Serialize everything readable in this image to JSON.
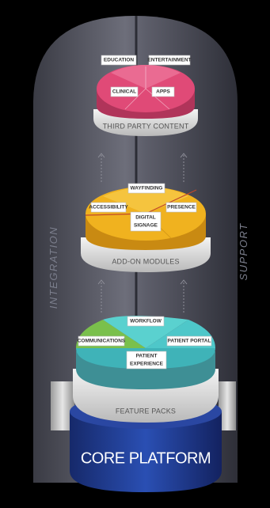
{
  "side_labels": {
    "left": "INTEGRATION",
    "right": "SUPPORT"
  },
  "tiers": {
    "third_party": {
      "band": "THIRD PARTY CONTENT",
      "segments": [
        "EDUCATION",
        "ENTERTAINMENT",
        "CLINICAL",
        "APPS"
      ]
    },
    "add_on": {
      "band": "ADD-ON MODULES",
      "segments": [
        "WAYFINDING",
        "ACCESSIBILITY",
        "PRESENCE",
        "DIGITAL",
        "SIGNAGE"
      ]
    },
    "feature": {
      "band": "FEATURE PACKS",
      "segments": [
        "WORKFLOW",
        "COMMUNICATIONS",
        "PATIENT PORTAL",
        "PATIENT",
        "EXPERIENCE"
      ]
    }
  },
  "core": {
    "label": "CORE PLATFORM"
  },
  "colors": {
    "arch": "#5e5f6b",
    "third_party": "#e04a77",
    "add_on": "#f0b21f",
    "feature_teal": "#4ec7c9",
    "feature_green": "#7ac04c",
    "core": "#1e3a8a"
  }
}
